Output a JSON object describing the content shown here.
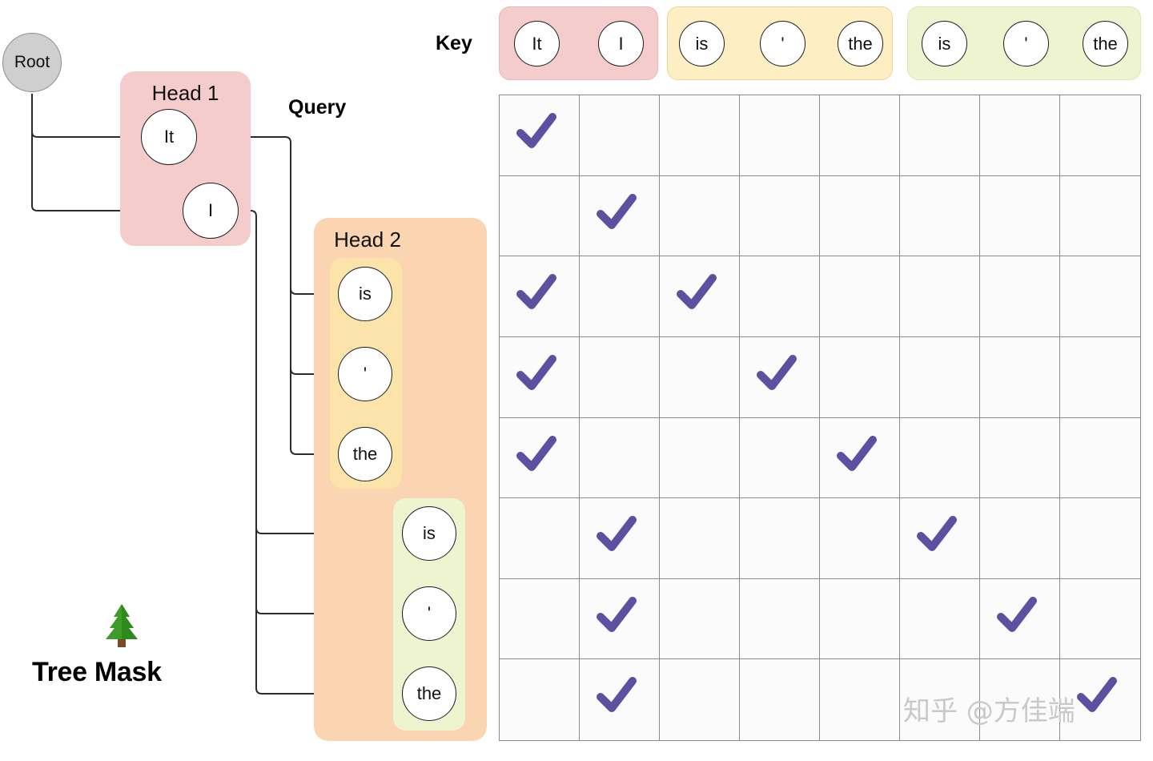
{
  "diagram": {
    "title": "Tree Mask",
    "labels": {
      "key": "Key",
      "query": "Query",
      "tree_mask": "Tree Mask",
      "tree_icon": "evergreen-tree-icon"
    },
    "watermark": "知乎 @方佳端",
    "colors": {
      "head1_fill": "#f4cccc",
      "head2_fill": "#fbd5b1",
      "group_yellow_fill": "#fbe5a8",
      "group_green_fill": "#eef4cf",
      "key_pink_fill": "#f4cccc",
      "key_yellow_fill": "#fdeec3",
      "key_green_fill": "#eef4cf",
      "root_fill": "#cfcfcf",
      "check_color": "#5b51a0",
      "grid_line": "#8a8a8a"
    }
  },
  "root": {
    "label": "Root"
  },
  "query": {
    "heads": [
      {
        "title": "Head 1",
        "groups": [
          {
            "color": "pink",
            "tokens": [
              "It",
              "I"
            ]
          }
        ]
      },
      {
        "title": "Head 2",
        "groups": [
          {
            "color": "yellow",
            "tokens": [
              "is",
              "'",
              "the"
            ]
          },
          {
            "color": "green",
            "tokens": [
              "is",
              "'",
              "the"
            ]
          }
        ]
      }
    ],
    "tokens": [
      "It",
      "I",
      "is",
      "'",
      "the",
      "is",
      "'",
      "the"
    ]
  },
  "key": {
    "groups": [
      {
        "color": "pink",
        "tokens": [
          "It",
          "I"
        ]
      },
      {
        "color": "yellow",
        "tokens": [
          "is",
          "'",
          "the"
        ]
      },
      {
        "color": "green",
        "tokens": [
          "is",
          "'",
          "the"
        ]
      }
    ],
    "tokens": [
      "It",
      "I",
      "is",
      "'",
      "the",
      "is",
      "'",
      "the"
    ]
  },
  "chart_data": {
    "type": "heatmap",
    "title": "Tree Mask",
    "xlabel": "Key",
    "ylabel": "Query",
    "grid": true,
    "rows": 8,
    "cols": 8,
    "x": [
      "It",
      "I",
      "is",
      "'",
      "the",
      "is",
      "'",
      "the"
    ],
    "y": [
      "It",
      "I",
      "is",
      "'",
      "the",
      "is",
      "'",
      "the"
    ],
    "legend": "check mark = attention allowed (1), blank = masked (0)",
    "mask": [
      [
        1,
        0,
        0,
        0,
        0,
        0,
        0,
        0
      ],
      [
        0,
        1,
        0,
        0,
        0,
        0,
        0,
        0
      ],
      [
        1,
        0,
        1,
        0,
        0,
        0,
        0,
        0
      ],
      [
        1,
        0,
        0,
        1,
        0,
        0,
        0,
        0
      ],
      [
        1,
        0,
        0,
        0,
        1,
        0,
        0,
        0
      ],
      [
        0,
        1,
        0,
        0,
        0,
        1,
        0,
        0
      ],
      [
        0,
        1,
        0,
        0,
        0,
        0,
        1,
        0
      ],
      [
        0,
        1,
        0,
        0,
        0,
        0,
        0,
        1
      ]
    ]
  }
}
